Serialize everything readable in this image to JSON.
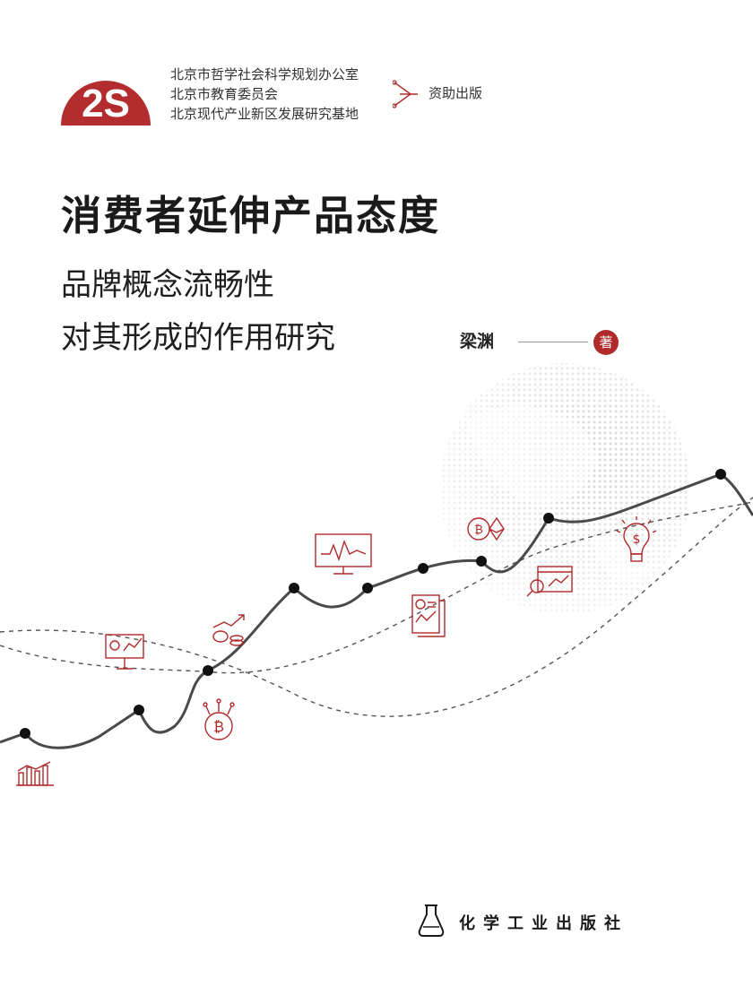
{
  "publisher_logo": {
    "text": "2S",
    "color": "#b32d2e"
  },
  "sponsors": {
    "lines": [
      "北京市哲学社会科学规划办公室",
      "北京市教育委员会",
      "北京现代产业新区发展研究基地"
    ],
    "suffix": "资助出版"
  },
  "book": {
    "title": "消费者延伸产品态度",
    "subtitle_line1": "品牌概念流畅性",
    "subtitle_line2": "对其形成的作用研究"
  },
  "author": {
    "name": "梁渊",
    "role": "著"
  },
  "publisher": {
    "name": "化学工业出版社"
  },
  "colors": {
    "accent_red": "#b02a2a",
    "line_gray": "#555555",
    "globe_gray": "#cfcfcf"
  },
  "icons": [
    "bar-chart-icon",
    "presentation-chart-icon",
    "bitcoin-icon",
    "coins-growth-icon",
    "monitor-chart-icon",
    "report-document-icon",
    "bitcoin-ethereum-icon",
    "analytics-window-icon",
    "lightbulb-dollar-icon"
  ]
}
